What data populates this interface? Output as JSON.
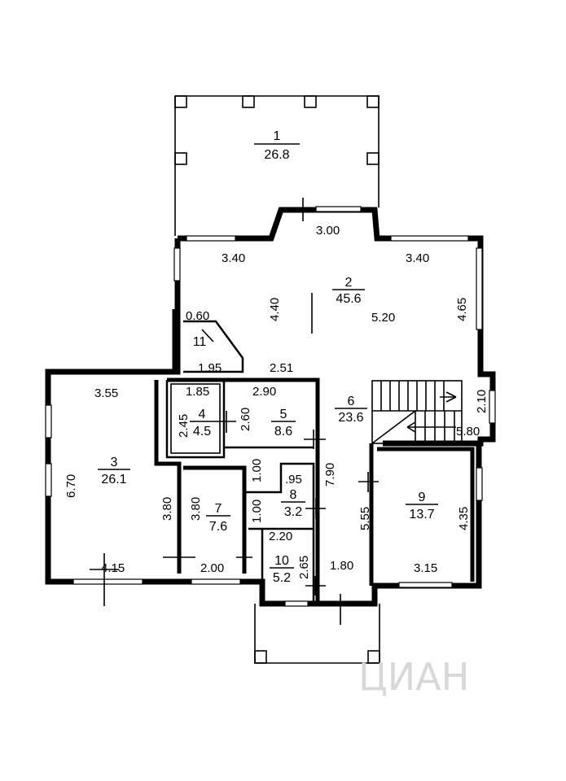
{
  "rooms": [
    {
      "number": "1",
      "area": "26.8"
    },
    {
      "number": "2",
      "area": "45.6"
    },
    {
      "number": "3",
      "area": "26.1"
    },
    {
      "number": "4",
      "area": "4.5"
    },
    {
      "number": "5",
      "area": "8.6"
    },
    {
      "number": "6",
      "area": "23.6"
    },
    {
      "number": "7",
      "area": "7.6"
    },
    {
      "number": "8",
      "area": "3.2"
    },
    {
      "number": "9",
      "area": "13.7"
    },
    {
      "number": "10",
      "area": "5.2"
    },
    {
      "number": "11",
      "area": ""
    }
  ],
  "dimensions": [
    "3.00",
    "3.40",
    "3.40",
    "4.40",
    "5.20",
    "4.65",
    "0.60",
    "1.95",
    "2.51",
    "3.55",
    "1.85",
    "2.90",
    "2.45",
    "2.60",
    "6.70",
    "3.80",
    "3.80",
    "1.00",
    ".95",
    "1.00",
    "7.90",
    "2.10",
    "5.80",
    "5.55",
    "4.35",
    "2.20",
    "2.65",
    "1.80",
    "3.15",
    "4.15",
    "2.00"
  ],
  "watermark": "ЦИАН"
}
